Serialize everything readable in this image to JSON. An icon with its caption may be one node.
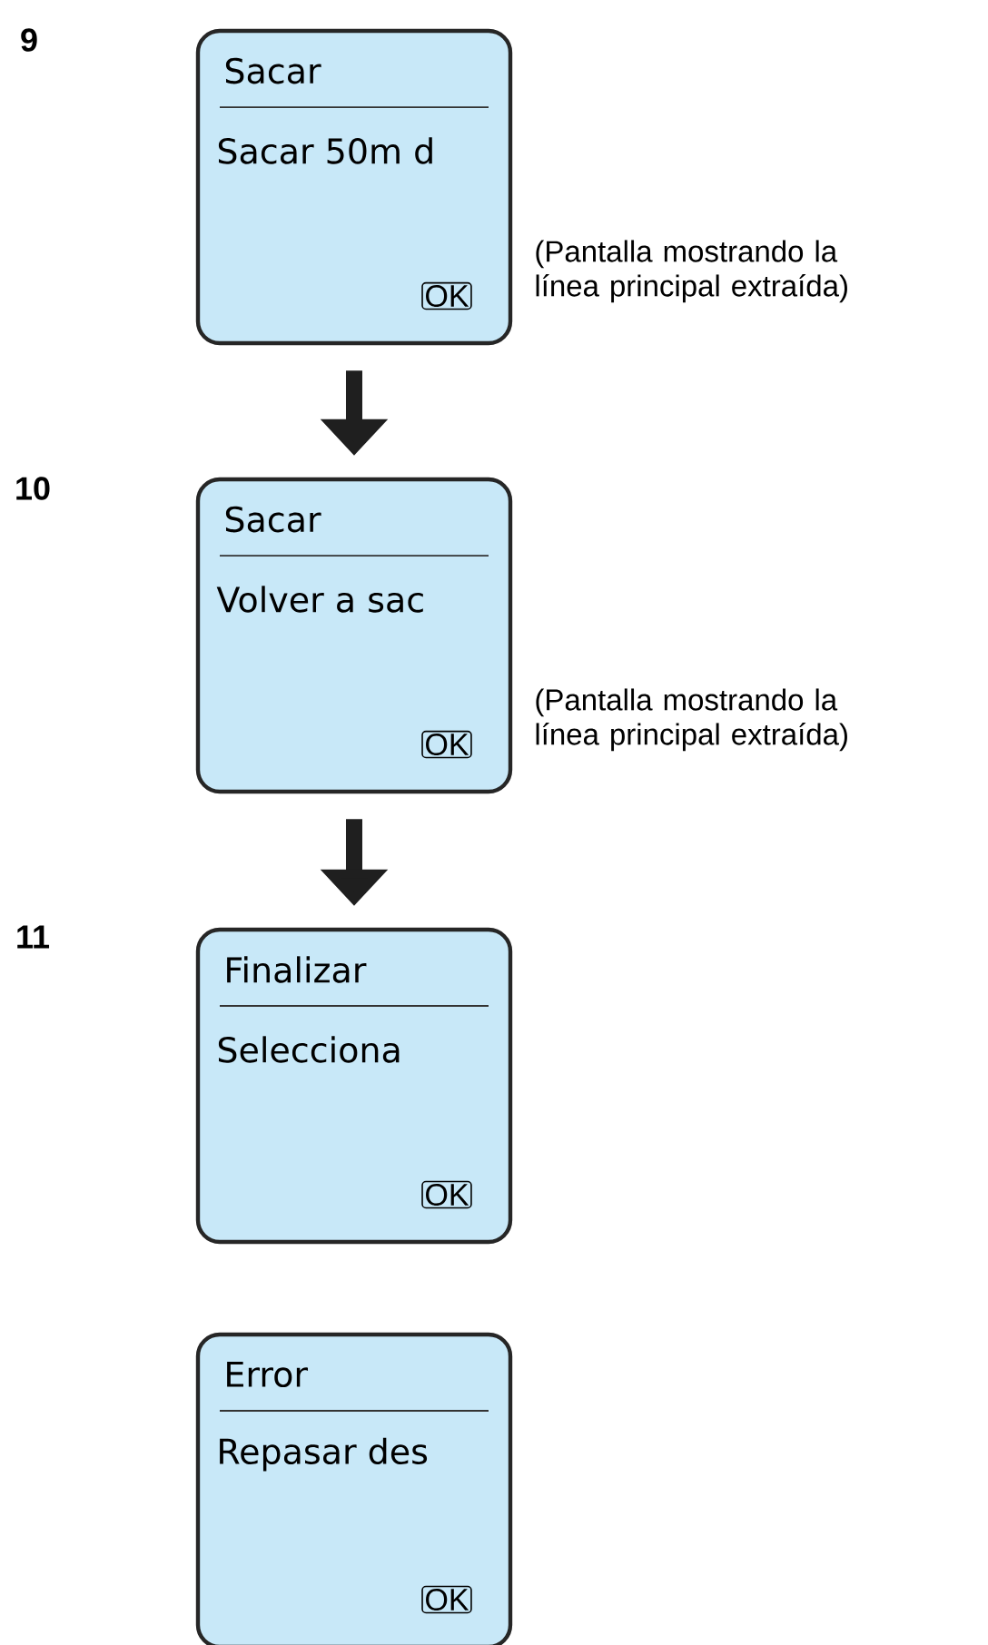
{
  "diagram": {
    "nodes": [
      {
        "text": [
          "Sacar",
          "Sacar 50m d"
        ],
        "beside": [
          "(Pantalla mostrando la línea principal extraída)"
        ]
      },
      {
        "text": [
          "OK"
        ],
        "in": 0
      },
      {
        "text": [
          "Sacar",
          "Volver a sac"
        ],
        "beside": [
          "(Pantalla mostrando la línea principal extraída)"
        ]
      },
      {
        "text": [
          "OK"
        ],
        "in": 2
      },
      {
        "text": [
          "Finalizar",
          "Selecciona"
        ]
      },
      {
        "text": [
          "OK"
        ],
        "in": 4
      },
      {
        "text": [
          "Error",
          "Repasar des"
        ]
      },
      {
        "text": [
          "OK"
        ],
        "in": 6
      }
    ],
    "edges": [
      {
        "from": 0,
        "to": 2,
        "arrow": "to"
      },
      {
        "from": 2,
        "to": 4,
        "arrow": "to"
      }
    ],
    "labels": [
      "9",
      "10",
      "11"
    ]
  }
}
